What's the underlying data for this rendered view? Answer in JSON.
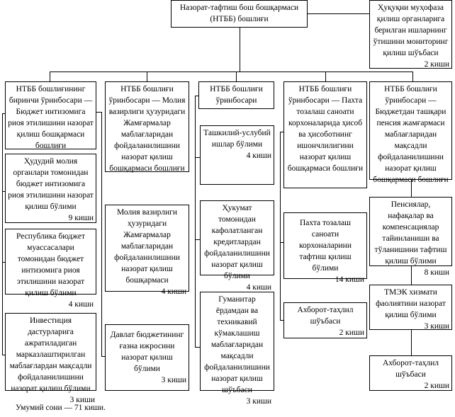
{
  "head": {
    "title": "Назорат-тафтиш бош бошқармаси (НТББ) бошлиғи"
  },
  "monitoring": {
    "title": "Ҳуқуқни муҳофаза қилиш органларига берилган ишларнинг ўтишини мониторинг қилиш шўъбаси",
    "count": "2 киши"
  },
  "col1": [
    {
      "title": "НТББ бошлиғининг биринчи ўринбосари — Бюджет интизомига риоя этилишини назорат қилиш бошқармаси бошлиғи"
    },
    {
      "title": "Ҳудудий молия органлари томонидан бюджет интизомига риоя этилишини назорат қилиш бўлими",
      "count": "9 киши"
    },
    {
      "title": "Республика бюджет муассасалари томонидан бюджет интизомига риоя этилишини назорат қилиш бўлими",
      "count": "4 киши"
    },
    {
      "title": "Инвестиция дастурларига ажратиладиган марказлаштирилган маблағлардан мақсадли фойдаланилишини назорат қилиш бўлими",
      "count": "3 киши"
    }
  ],
  "col2": [
    {
      "title": "НТББ бошлиғи ўринбосари — Молия вазирлиги ҳузуридаги Жамғармалар маблағларидан фойдаланилишини назорат қилиш бошқармаси бошлиғи"
    },
    {
      "title": "Молия вазирлиги ҳузуридаги Жамғармалар маблағларидан фойдаланилишини назорат қилиш бошқармаси",
      "count": "4 киши"
    },
    {
      "title": "Давлат бюджетининг ғазна ижросини назорат қилиш бўлими",
      "count": "3 киши"
    }
  ],
  "col3": [
    {
      "title": "НТББ бошлиғи ўринбосари"
    },
    {
      "title": "Ташкилий-услубий ишлар бўлими",
      "count": "4 киши"
    },
    {
      "title": "Ҳукумат томонидан кафолатланган кредитлардан фойдаланилишини назорат қилиш бўлими",
      "count": "4 киши"
    },
    {
      "title": "Гуманитар ёрдамдан ва техникавий кўмаклашиш маблағларидан мақсадли фойдаланилишини назорат қилиш шўъбаси",
      "count": "3 киши"
    }
  ],
  "col4": [
    {
      "title": "НТББ бошлиғи ўринбосари — Пахта тозалаш саноати корхоналарида ҳисоб ва ҳисоботнинг ишончлилигини назорат қилиш бошқармаси бошлиғи"
    },
    {
      "title": "Пахта тозалаш саноати корхоналарини тафтиш қилиш бўлими",
      "count": "14 киши"
    },
    {
      "title": "Ахборот-таҳлил шўъбаси",
      "count": "2 киши"
    }
  ],
  "col5": [
    {
      "title": "НТББ бошлиғи ўринбосари — Бюджетдан ташқари пенсия жамғармаси маблағларидан мақсадли фойдаланилишини назорат қилиш бошқармаси бошлиғи"
    },
    {
      "title": "Пенсиялар, нафақалар ва компенсациялар тайинланиши ва тўланишини тафтиш қилиш бўлими",
      "count": "8 киши"
    },
    {
      "title": "ТМЭК хизмати фаолиятини назорат қилиш бўлими",
      "count": "3 киши"
    },
    {
      "title": "Ахборот-таҳлил шўъбаси",
      "count": "2 киши"
    }
  ],
  "footer": {
    "total": "Умумий сони —  71 киши."
  }
}
